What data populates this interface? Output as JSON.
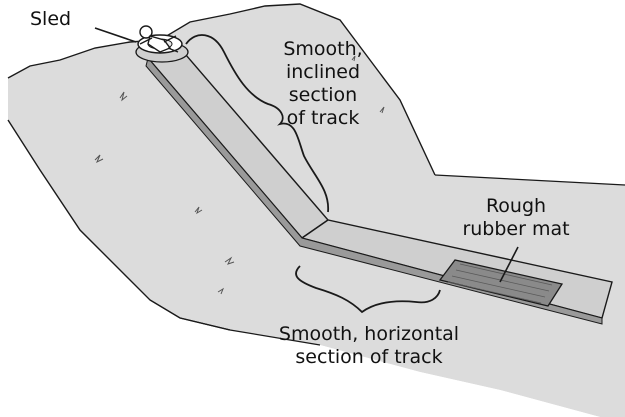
{
  "labels": {
    "sled": "Sled",
    "incline_line1": "Smooth,",
    "incline_line2": "inclined",
    "incline_line3": "section",
    "incline_line4": "of track",
    "mat_line1": "Rough",
    "mat_line2": "rubber mat",
    "horizontal_line1": "Smooth, horizontal",
    "horizontal_line2": "section of track"
  },
  "colors": {
    "hill": "#dcdcdc",
    "hill_shadow": "#c4c4c4",
    "track": "#cfcfcf",
    "mat": "#8a8a8a",
    "outline": "#1a1a1a"
  },
  "icons": [
    "sled-icon",
    "rider-icon"
  ]
}
